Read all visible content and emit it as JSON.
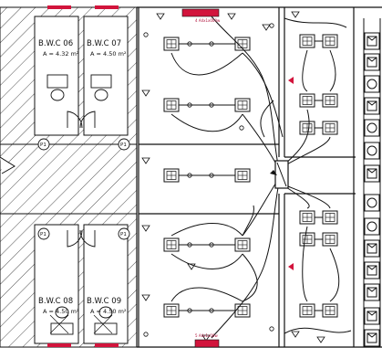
{
  "rooms": [
    {
      "id": "wc06",
      "name": "B.W.C 06",
      "area": "A = 4.32 m²"
    },
    {
      "id": "wc07",
      "name": "B.W.C 07",
      "area": "A = 4.50 m²"
    },
    {
      "id": "wc08",
      "name": "B.W.C 08",
      "area": "A = 4.50 m²"
    },
    {
      "id": "wc09",
      "name": "B.W.C 09",
      "area": "A = 4.50 m²"
    }
  ],
  "shaft_tags": [
    "P1",
    "P1",
    "P1",
    "P1"
  ],
  "panel_labels": {
    "top": "4 A4x1x000w",
    "bottom": "5 A4x1x00w"
  },
  "colors": {
    "line": "#111111",
    "hatch": "#222222",
    "accent_red": "#d2143c"
  }
}
